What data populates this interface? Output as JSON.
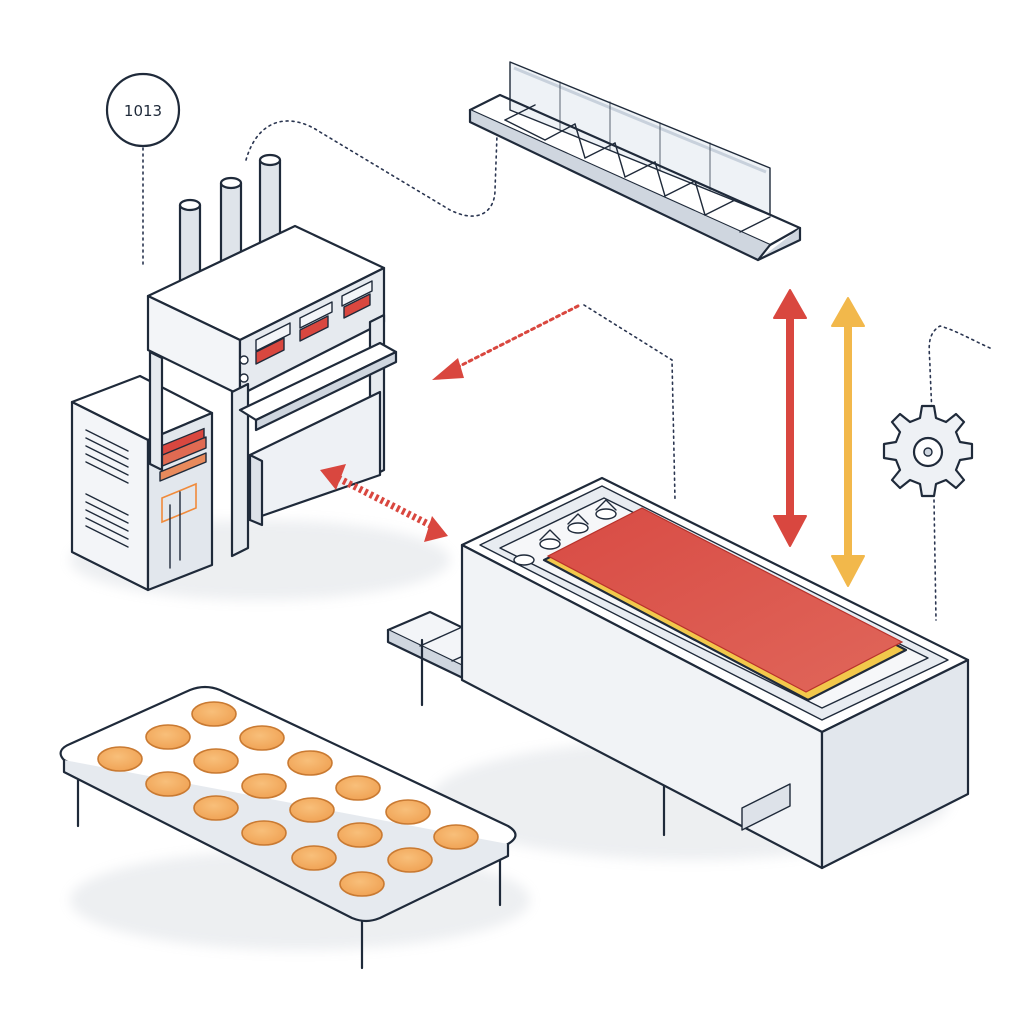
{
  "diagram": {
    "counter_badge": {
      "label": "1013"
    },
    "colors": {
      "outline": "#1f2a3a",
      "machine_face": "#f3f5f8",
      "machine_side": "#dde2e9",
      "red_accent": "#d9473f",
      "yellow_accent": "#f2b84b",
      "cookie_fill": "#f6b36a",
      "heat_plate": "#d9534a",
      "connector_dots": "#2a3550"
    },
    "icons": [
      "counter-badge-icon",
      "gear-icon",
      "red-vertical-double-arrow-icon",
      "yellow-vertical-double-arrow-icon",
      "red-dotted-arrow-icon",
      "red-dashed-double-arrow-icon"
    ],
    "components": [
      "press-machine",
      "control-cabinet",
      "overhead-rack",
      "heating-conveyor-oven",
      "cookie-tray-table"
    ]
  }
}
